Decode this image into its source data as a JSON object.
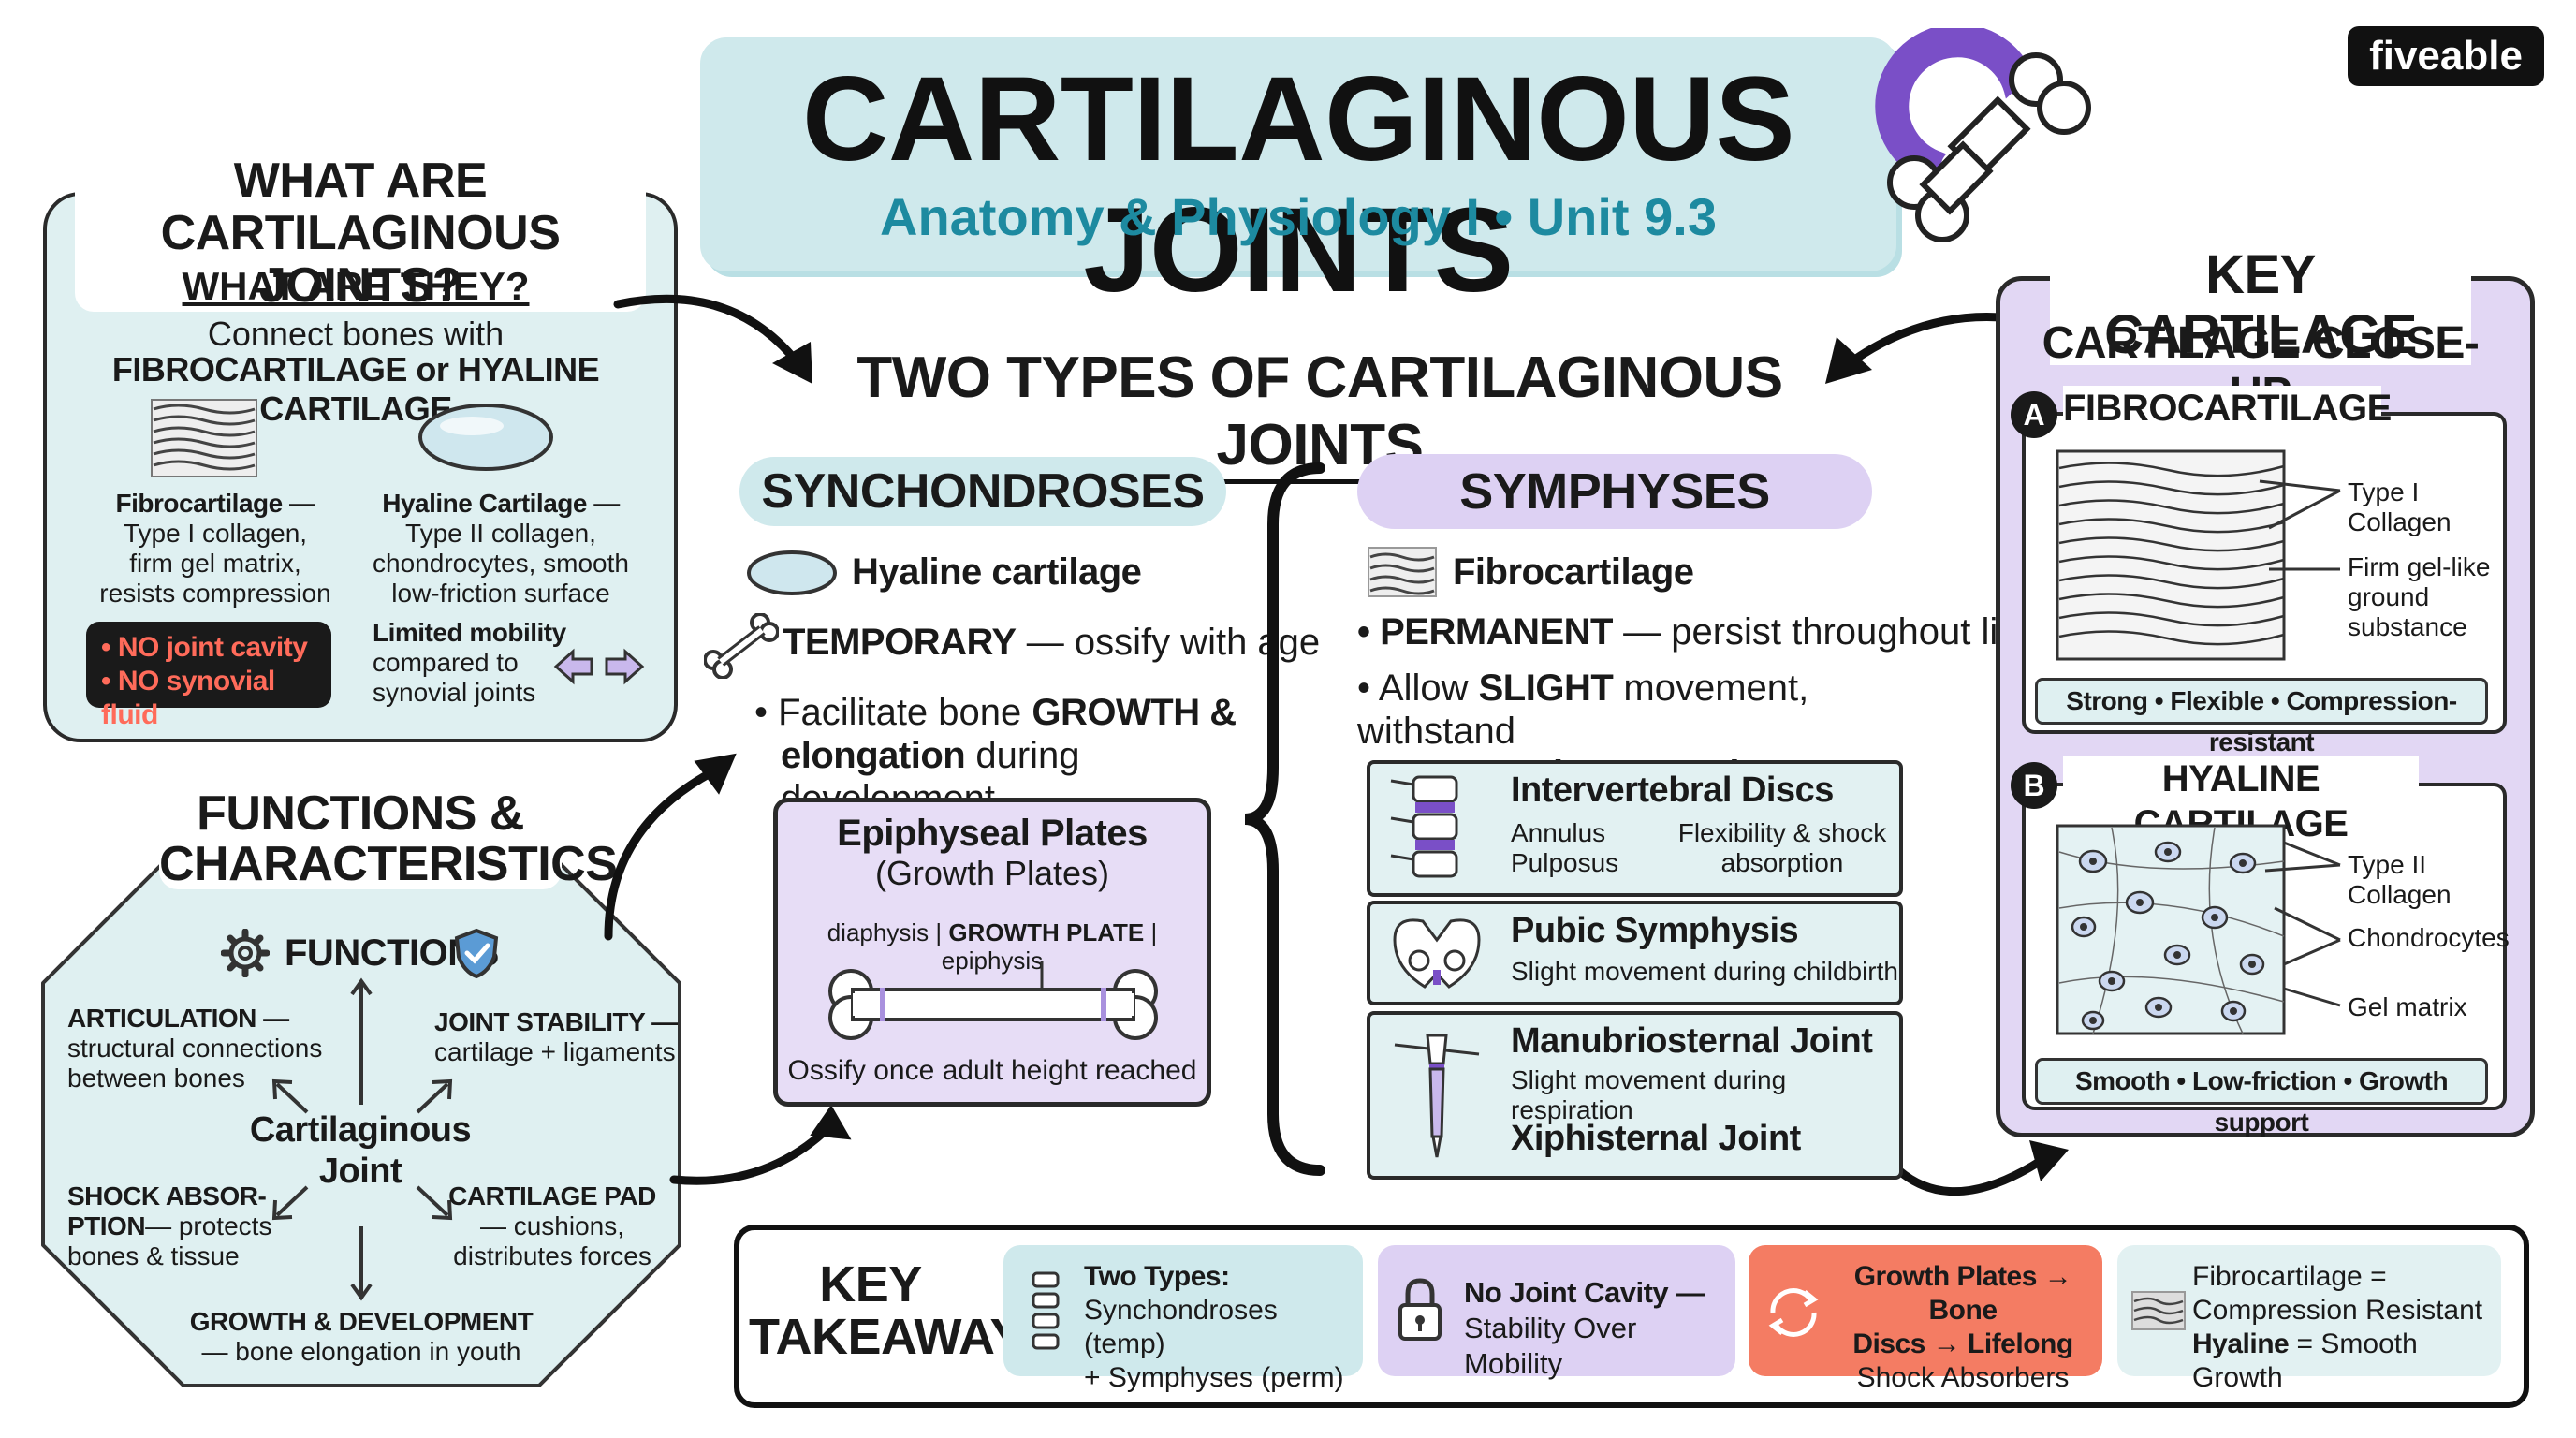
{
  "brand": "fiveable",
  "header": {
    "title": "CARTILAGINOUS JOINTS",
    "subtitle": "Anatomy & Physiology I • Unit 9.3"
  },
  "what_are": {
    "title": "WHAT ARE CARTILAGINOUS JOINTS?",
    "subtitle": "WHAT ARE THEY?",
    "desc1": "Connect bones with",
    "desc2": "FIBROCARTILAGE or HYALINE CARTILAGE",
    "fibro_label": "Fibrocartilage —",
    "fibro_text1": "Type I collagen,",
    "fibro_text2": "firm gel matrix,",
    "fibro_text3": "resists compression",
    "hyaline_label": "Hyaline Cartilage —",
    "hyaline_text1": "Type II collagen,",
    "hyaline_text2": "chondrocytes, smooth",
    "hyaline_text3": "low-friction surface",
    "no_cavity": "• NO joint cavity",
    "no_fluid": "• NO synovial fluid",
    "mobility1": "Limited mobility",
    "mobility2": "compared to",
    "mobility3": "synovial joints"
  },
  "functions": {
    "title1": "FUNCTIONS &",
    "title2": "CHARACTERISTICS",
    "label": "FUNCTIONS",
    "center1": "Cartilaginous",
    "center2": "Joint",
    "articulation_title": "ARTICULATION —",
    "articulation_text1": "structural connections",
    "articulation_text2": "between bones",
    "stability_title": "JOINT STABILITY —",
    "stability_text": "cartilage + ligaments",
    "shock_title1": "SHOCK ABSOR-",
    "shock_title2": "PTION",
    "shock_text1": "— protects",
    "shock_text2": "bones & tissue",
    "pad_title": "CARTILAGE PAD",
    "pad_text1": "— cushions,",
    "pad_text2": "distributes forces",
    "growth_title": "GROWTH & DEVELOPMENT",
    "growth_text": "— bone elongation in youth"
  },
  "two_types": {
    "title": "TWO TYPES OF CARTILAGINOUS JOINTS",
    "synch": {
      "title": "SYNCHONDROSES",
      "cartilage": "Hyaline cartilage",
      "temp_bold": "TEMPORARY",
      "temp_rest": " — ossify with age",
      "growth1a": "• Facilitate bone ",
      "growth1b": "GROWTH &",
      "growth2a": "elongation",
      "growth2b": " during development",
      "epi_title": "Epiphyseal Plates",
      "epi_sub": "(Growth Plates)",
      "diaphysis": "diaphysis",
      "growth_plate": "GROWTH PLATE",
      "epiphysis": "epiphysis",
      "ossify": "Ossify once adult height reached"
    },
    "symph": {
      "title": "SYMPHYSES",
      "cartilage": "Fibrocartilage",
      "perm_bold": "• PERMANENT",
      "perm_rest": " — persist throughout life",
      "move1a": "• Allow ",
      "move1b": "SLIGHT",
      "move1c": " movement, withstand",
      "move2": "compression & tension",
      "disc_title": "Intervertebral Discs",
      "disc_annulus": "Annulus",
      "disc_pulposus": "Pulposus",
      "disc_flex1": "Flexibility & shock",
      "disc_flex2": "absorption",
      "pubic_title": "Pubic Symphysis",
      "pubic_text": "Slight movement during childbirth",
      "manu_title": "Manubriosternal Joint",
      "manu_text": "Slight movement during respiration",
      "xiph_title": "Xiphisternal Joint"
    }
  },
  "key_cartilage": {
    "title": "KEY CARTILAGE",
    "subtitle": "CARTILAGE CLOSE-UP",
    "a_badge": "A",
    "a_title": "FIBROCARTILAGE",
    "a_label1": "Type I Collagen",
    "a_label2a": "Firm gel-like",
    "a_label2b": "ground",
    "a_label2c": "substance",
    "a_footer": "Strong • Flexible • Compression-resistant",
    "b_badge": "B",
    "b_title": "HYALINE CARTILAGE",
    "b_label1": "Type II Collagen",
    "b_label2": "Chondrocytes",
    "b_label3": "Gel matrix",
    "b_footer": "Smooth • Low-friction • Growth support"
  },
  "takeaways": {
    "title1": "KEY",
    "title2": "TAKEAWAYS",
    "c1_1": "Two Types:",
    "c1_2": "Synchondroses (temp)",
    "c1_3": "+ Symphyses (perm)",
    "c2_1": "No Joint Cavity —",
    "c2_2": "Stability Over Mobility",
    "c3_1": "Growth Plates → Bone",
    "c3_2": "Discs → Lifelong",
    "c3_3": "Shock Absorbers",
    "c4_1": "Fibrocartilage =",
    "c4_2": "Compression Resistant",
    "c4_3a": "Hyaline",
    "c4_3b": " = Smooth Growth"
  },
  "colors": {
    "mint": "#dff0f1",
    "lavender": "#e7ddf6",
    "coral": "#f47c63",
    "teal_text": "#1d8aa0",
    "dark": "#1a1a1a"
  }
}
